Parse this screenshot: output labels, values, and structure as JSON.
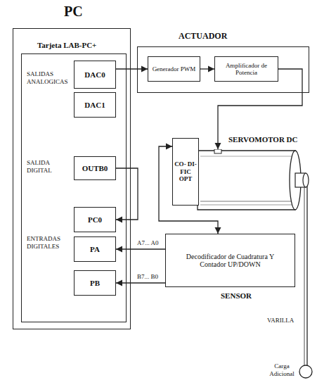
{
  "diagram": {
    "nodes": [
      {
        "text": [
          "PC"
        ]
      },
      {
        "text": [
          "Tarjeta LAB-PC+"
        ],
        "in": 0
      },
      {
        "text": [
          "DAC0"
        ],
        "in": 1
      },
      {
        "text": [
          "DAC1"
        ],
        "in": 1
      },
      {
        "text": [
          "OUTB0"
        ],
        "in": 1
      },
      {
        "text": [
          "PC0"
        ],
        "in": 1
      },
      {
        "text": [
          "PA"
        ],
        "in": 1
      },
      {
        "text": [
          "PB"
        ],
        "in": 1
      },
      {
        "text": [
          "ACTUADOR"
        ]
      },
      {
        "text": [
          "Generador PWM"
        ],
        "in": 8
      },
      {
        "text": [
          "Amplificador de Potencia"
        ],
        "in": 8
      },
      {
        "text": [
          "SERVOMOTOR DC"
        ]
      },
      {
        "text": [
          "CO- DI- FIC OPT"
        ]
      },
      {
        "text": [
          "Decodificador de Cuadratura Y Contador UP/DOWN",
          "SENSOR"
        ]
      }
    ],
    "edges": [
      {
        "from": 2,
        "to": 9,
        "arrow": "to"
      },
      {
        "from": 9,
        "to": 10,
        "arrow": "to"
      },
      {
        "from": 10,
        "to": 11,
        "arrow": "to"
      },
      {
        "from": 12,
        "to": 13,
        "arrow": "both"
      },
      {
        "from": 4,
        "to": 5,
        "arrow": "to"
      },
      {
        "from": 13,
        "to": 6,
        "label": "A7... A0",
        "arrow": "to"
      },
      {
        "from": 13,
        "to": 7,
        "label": "B7... B0",
        "arrow": "to"
      }
    ],
    "labels": [
      "SALIDAS ANALOGICAS",
      "SALIDA DIGITAL",
      "ENTRADAS DIGITALES",
      "VARILLA",
      "Carga Adicional"
    ]
  }
}
